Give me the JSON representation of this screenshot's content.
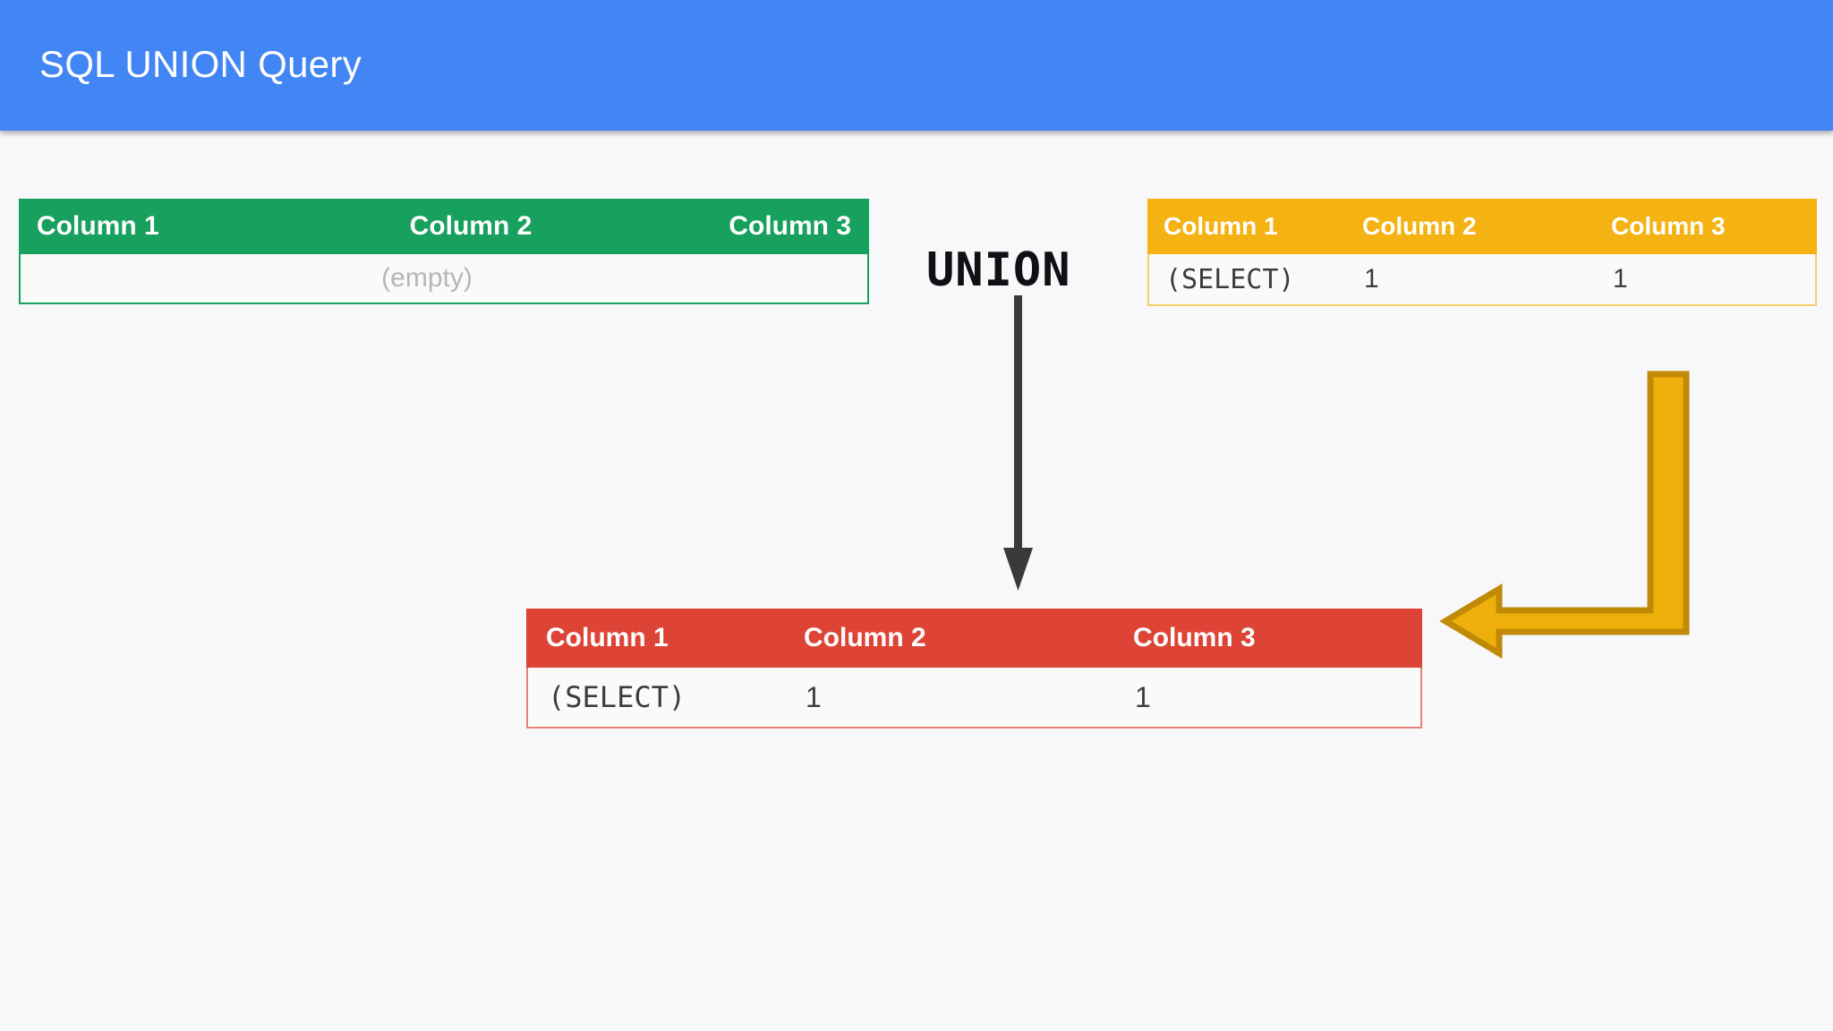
{
  "header": {
    "title": "SQL UNION Query",
    "background_color": "#4285F4",
    "text_color": "#FFFFFF"
  },
  "page": {
    "background_color": "#F8F8FA"
  },
  "operator": {
    "label": "UNION"
  },
  "columns": [
    "Column 1",
    "Column 2",
    "Column 3"
  ],
  "tables": {
    "left": {
      "name": "green-table",
      "accent_color": "#17A05E",
      "headers": [
        "Column 1",
        "Column 2",
        "Column 3"
      ],
      "rows": [
        [
          "(empty)",
          "",
          ""
        ]
      ],
      "empty_label": "(empty)",
      "empty_label_color": "#B6B6B6",
      "is_empty": true
    },
    "right": {
      "name": "yellow-table",
      "accent_color": "#F5B213",
      "headers": [
        "Column 1",
        "Column 2",
        "Column 3"
      ],
      "rows": [
        [
          "(SELECT)",
          "1",
          "1"
        ]
      ]
    },
    "result": {
      "name": "red-table",
      "accent_color": "#DE4435",
      "headers": [
        "Column 1",
        "Column 2",
        "Column 3"
      ],
      "rows": [
        [
          "(SELECT)",
          "1",
          "1"
        ]
      ]
    }
  },
  "arrows": {
    "down": {
      "name": "union-down-arrow",
      "color": "#3A3A3C",
      "direction": "down"
    },
    "elbow": {
      "name": "result-elbow-arrow",
      "fill_color": "#EFAF0A",
      "stroke_color": "#C08A07",
      "direction": "left"
    }
  }
}
